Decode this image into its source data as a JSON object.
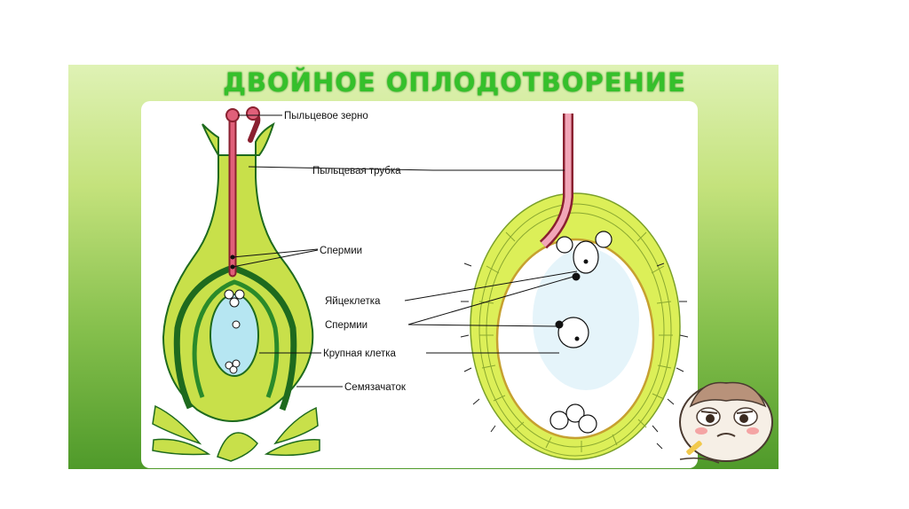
{
  "title": "ДВОЙНОЕ ОПЛОДОТВОРЕНИЕ",
  "labels": {
    "pollen_grain": "Пыльцевое зерно",
    "pollen_tube": "Пыльцевая трубка",
    "sperms_left": "Спермии",
    "egg_cell": "Яйцеклетка",
    "sperms_right": "Спермии",
    "large_cell": "Крупная клетка",
    "ovule": "Семязачаток"
  },
  "colors": {
    "tissue": "#c8e04a",
    "tissue_dark": "#1e6a1e",
    "sac": "#b6e6f2",
    "tube": "#e0607a",
    "title": "#35c02b"
  }
}
